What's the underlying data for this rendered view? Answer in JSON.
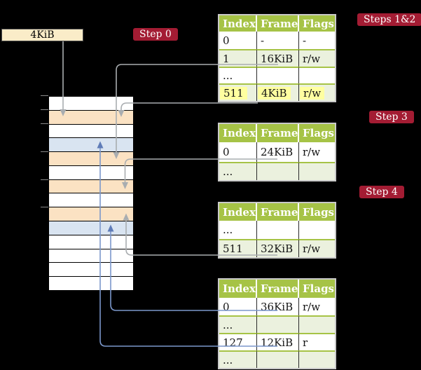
{
  "colors": {
    "background": "#000000",
    "table_header_green": "#a6c346",
    "table_row_green": "#ebf1de",
    "table_outer_border": "#c9c9c9",
    "cell_divider": "#2a2a2a",
    "highlight_yellow": "#ffffa0",
    "step_label_red": "#a31c33",
    "frame_box_cream": "#faecc8",
    "memory_page_table_peach": "#fbe2c3",
    "memory_mapped_page_blue": "#d9e4f1",
    "memory_empty_white": "#ffffff",
    "gray_arrow": "#a9adb0",
    "blue_arrow": "#7b97cb",
    "blue_arrowhead": "#5f7cb8",
    "tick_gray": "#8a8a8a"
  },
  "root_frame_box": {
    "label": "4KiB"
  },
  "step_labels": {
    "step0": "Step 0",
    "steps12": "Steps 1&2",
    "step3": "Step 3",
    "step4": "Step 4"
  },
  "tables": [
    {
      "name": "level-4-table",
      "headers": [
        "Index",
        "Frame",
        "Flags"
      ],
      "rows": [
        [
          "0",
          "-",
          "-"
        ],
        [
          "1",
          "16KiB",
          "r/w"
        ],
        [
          "...",
          "",
          ""
        ],
        [
          "511",
          "4KiB",
          "r/w"
        ]
      ],
      "highlighted_row": "511"
    },
    {
      "name": "level-3-table",
      "headers": [
        "Index",
        "Frame",
        "Flags"
      ],
      "rows": [
        [
          "0",
          "24KiB",
          "r/w"
        ],
        [
          "...",
          "",
          ""
        ]
      ]
    },
    {
      "name": "level-2-table",
      "headers": [
        "Index",
        "Frame",
        "Flags"
      ],
      "rows": [
        [
          "...",
          "",
          ""
        ],
        [
          "511",
          "32KiB",
          "r/w"
        ]
      ]
    },
    {
      "name": "level-1-table",
      "headers": [
        "Index",
        "Frame",
        "Flags"
      ],
      "rows": [
        [
          "0",
          "36KiB",
          "r/w"
        ],
        [
          "...",
          "",
          ""
        ],
        [
          "127",
          "12KiB",
          "r"
        ],
        [
          "...",
          "",
          ""
        ]
      ]
    }
  ],
  "memory": {
    "rows": [
      {
        "type": "empty"
      },
      {
        "type": "table"
      },
      {
        "type": "empty"
      },
      {
        "type": "page"
      },
      {
        "type": "table"
      },
      {
        "type": "empty"
      },
      {
        "type": "table"
      },
      {
        "type": "empty"
      },
      {
        "type": "table"
      },
      {
        "type": "page"
      },
      {
        "type": "empty"
      },
      {
        "type": "empty"
      },
      {
        "type": "empty"
      },
      {
        "type": "empty"
      }
    ]
  }
}
